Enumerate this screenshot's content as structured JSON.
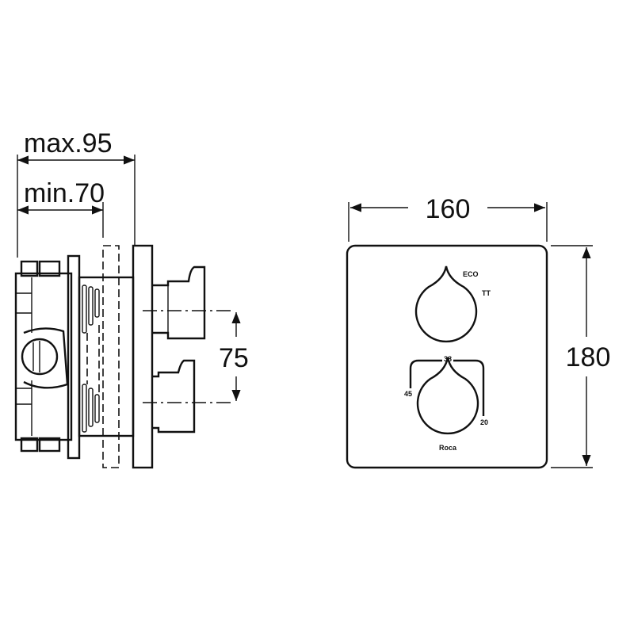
{
  "side_view": {
    "max_depth_label": "max.95",
    "min_depth_label": "min.70",
    "spacing_label": "75"
  },
  "front_view": {
    "width_label": "160",
    "height_label": "180",
    "eco_label": "ECO",
    "flow_symbol": "TT",
    "temp_mid": "38",
    "temp_max": "45",
    "temp_min": "20",
    "brand": "Roca"
  }
}
